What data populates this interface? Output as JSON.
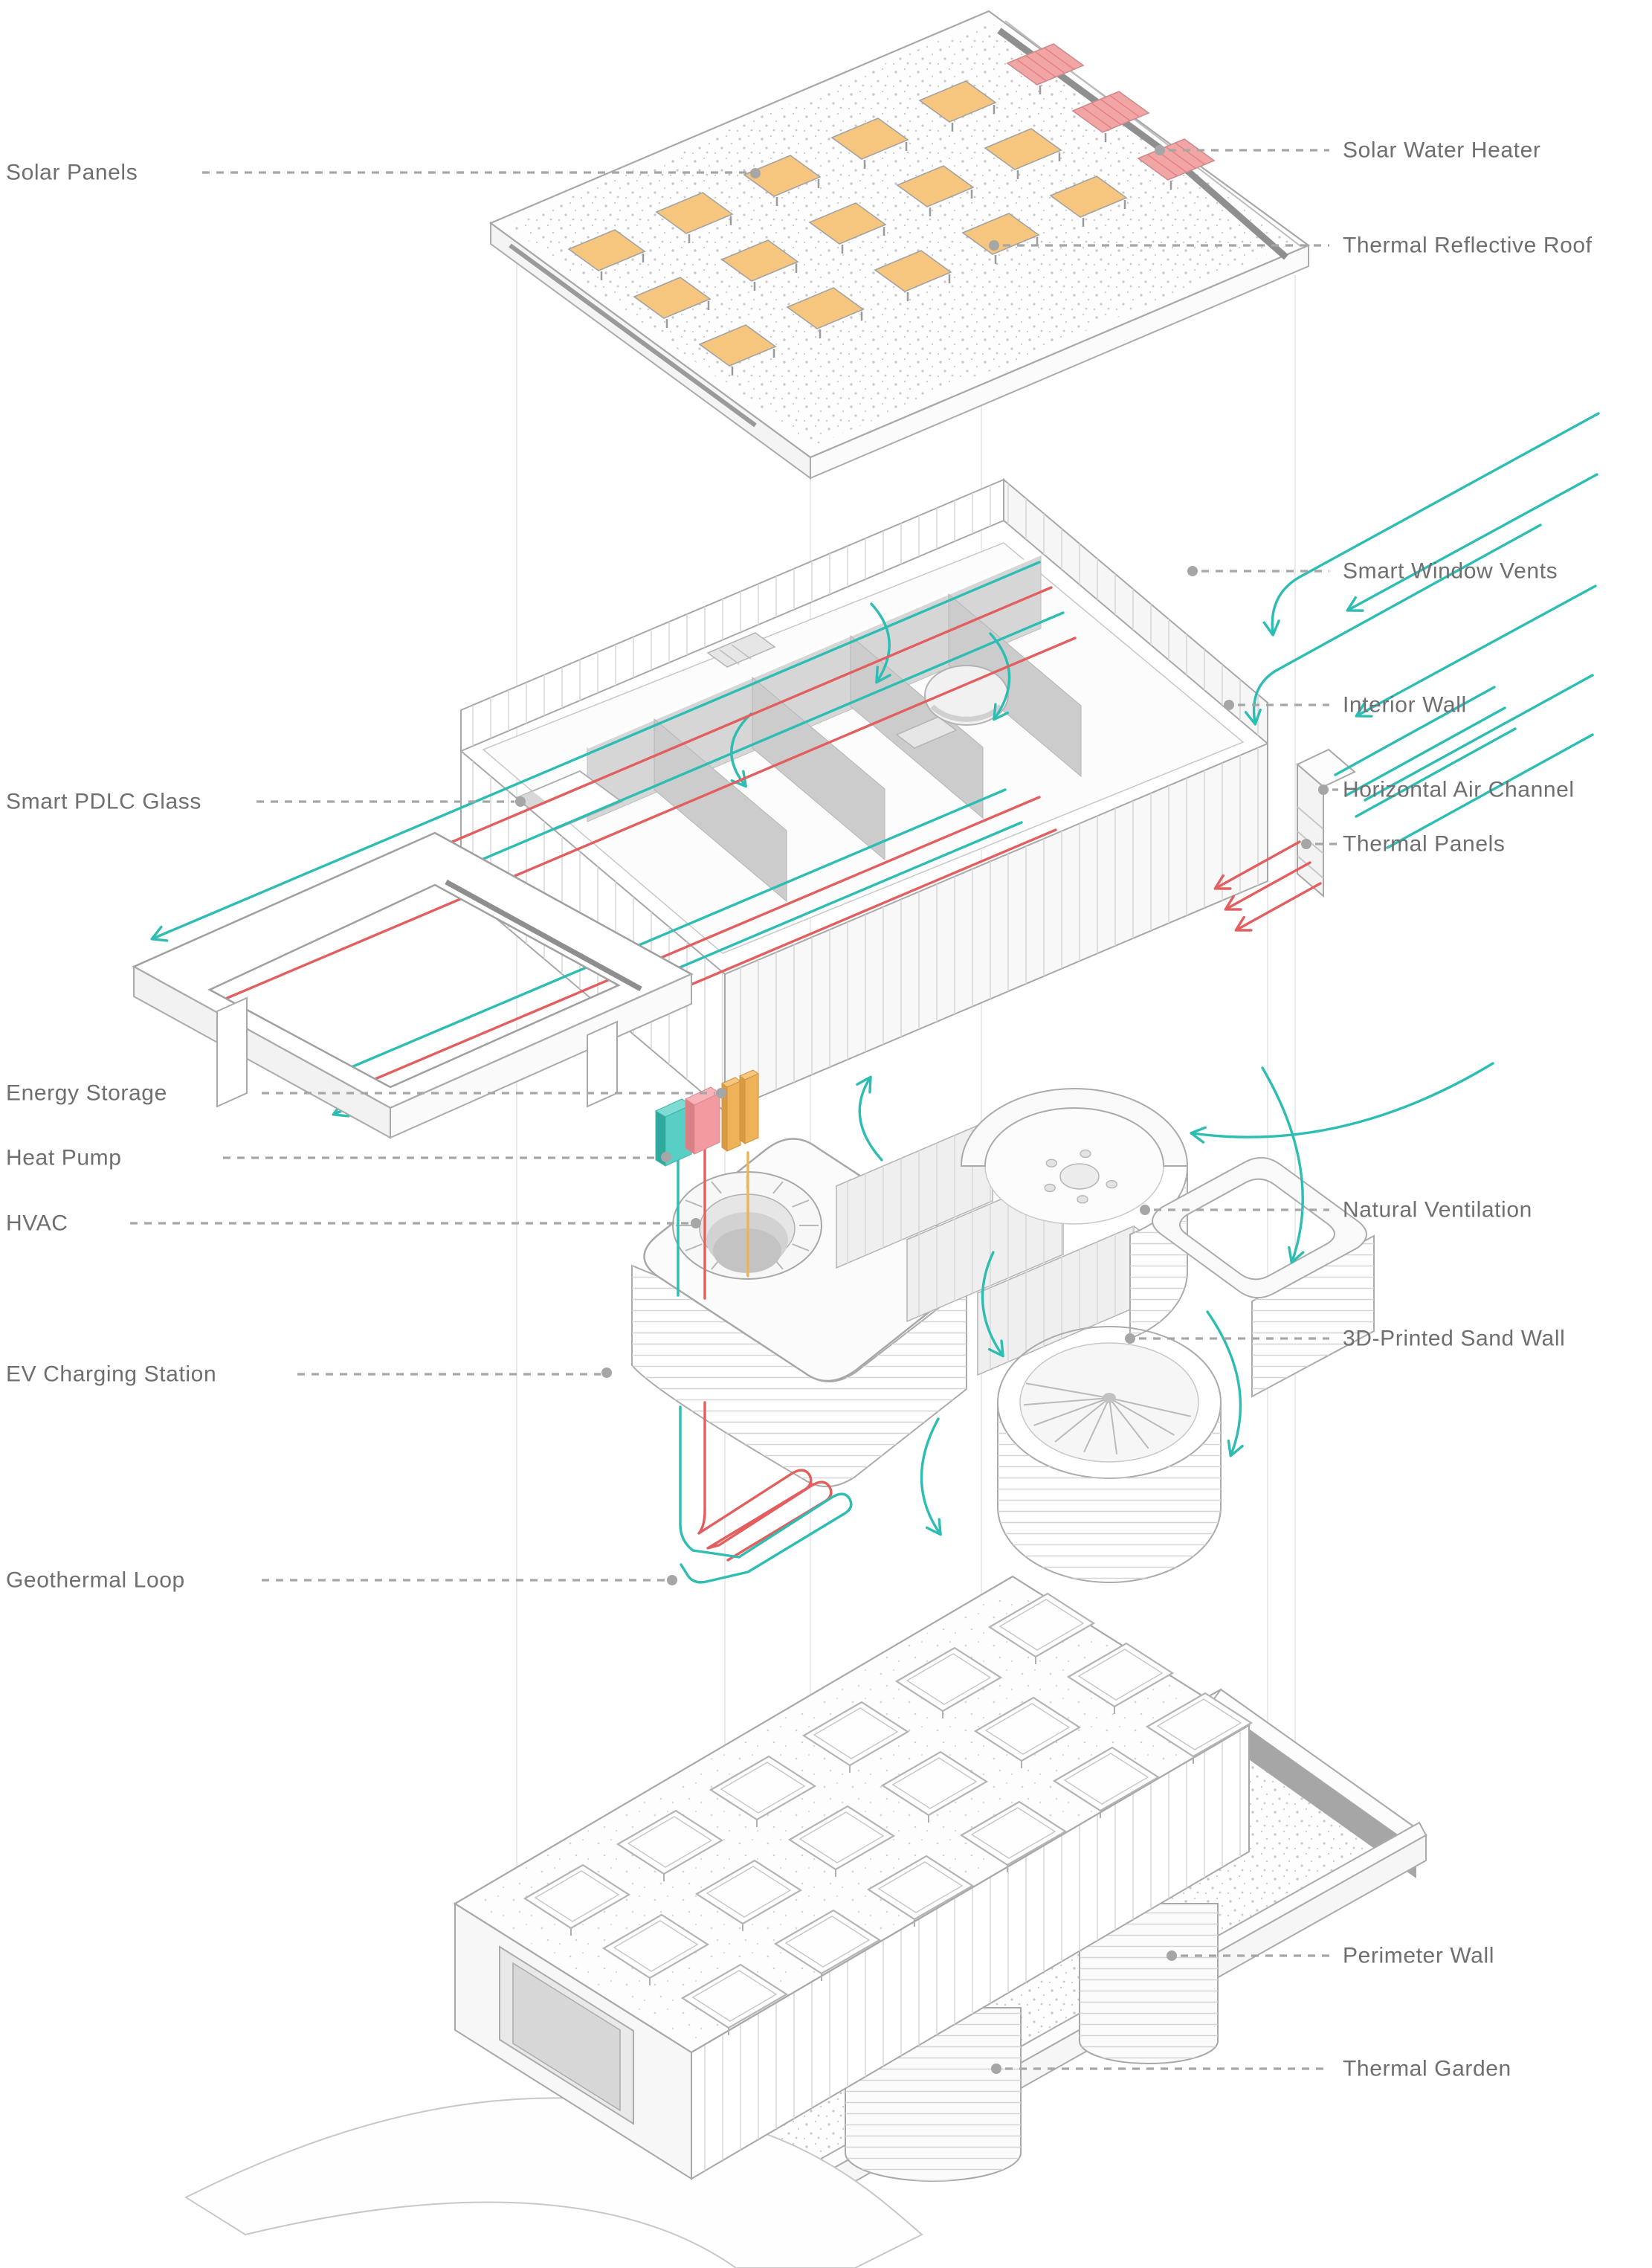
{
  "palette": {
    "teal": "#2dbdb3",
    "red": "#e35f5f",
    "amber": "#efb257",
    "orange_panel": "#f6c57e",
    "orange_panel_edge": "#a3a3a3",
    "pink_panel": "#f2a5a5",
    "pink_stripe": "#e57f7f",
    "teal_box": "#57cfc5",
    "teal_box_dark": "#2fa89e",
    "pink_box": "#f29aa0",
    "pink_box_dark": "#db7f87",
    "amber_box": "#f0b259",
    "amber_box_dark": "#d89a42",
    "label": "#6f6f6f",
    "leader": "#a6a6a6",
    "line": "#a8a8a8"
  },
  "labels": {
    "solar_panels": "Solar Panels",
    "smart_pdlc_glass": "Smart PDLC Glass",
    "energy_storage": "Energy Storage",
    "heat_pump": "Heat Pump",
    "hvac": "HVAC",
    "ev_charging_station": "EV Charging Station",
    "geothermal_loop": "Geothermal Loop",
    "solar_water_heater": "Solar Water Heater",
    "thermal_reflective_roof": "Thermal Reflective Roof",
    "smart_window_vents": "Smart Window Vents",
    "interior_wall": "Interior Wall",
    "horizontal_air_channel": "Horizontal Air Channel",
    "thermal_panels": "Thermal Panels",
    "natural_ventilation": "Natural Ventilation",
    "printed_sand_wall": "3D-Printed Sand Wall",
    "perimeter_wall": "Perimeter Wall",
    "thermal_garden": "Thermal Garden"
  },
  "diagram": {
    "roof": {
      "solar_panel_count": 15,
      "water_heater_count": 3
    },
    "foundation": {
      "mounting_frame_count": 18
    },
    "ground_floor": {
      "courtyard_tick_count": 12,
      "stair_step_count": 9,
      "dining_chair_count": 5
    }
  }
}
